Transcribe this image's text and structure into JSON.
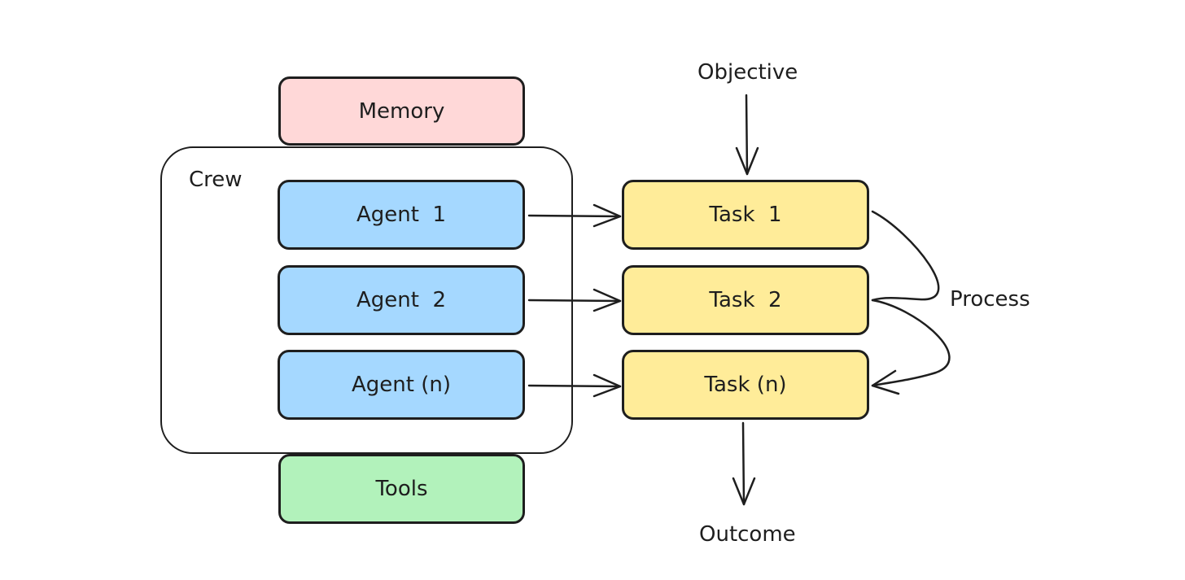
{
  "memory": {
    "label": "Memory"
  },
  "crew": {
    "label": "Crew",
    "agents": [
      {
        "label": "Agent  1"
      },
      {
        "label": "Agent  2"
      },
      {
        "label": "Agent (n)"
      }
    ]
  },
  "tools": {
    "label": "Tools"
  },
  "tasks": [
    {
      "label": "Task  1"
    },
    {
      "label": "Task  2"
    },
    {
      "label": "Task (n)"
    }
  ],
  "objective": {
    "label": "Objective"
  },
  "outcome": {
    "label": "Outcome"
  },
  "process": {
    "label": "Process"
  },
  "colors": {
    "memory": "#ffd8d8",
    "agent": "#a5d8ff",
    "task": "#ffec99",
    "tools": "#b2f2bb",
    "stroke": "#1e1e1e"
  }
}
